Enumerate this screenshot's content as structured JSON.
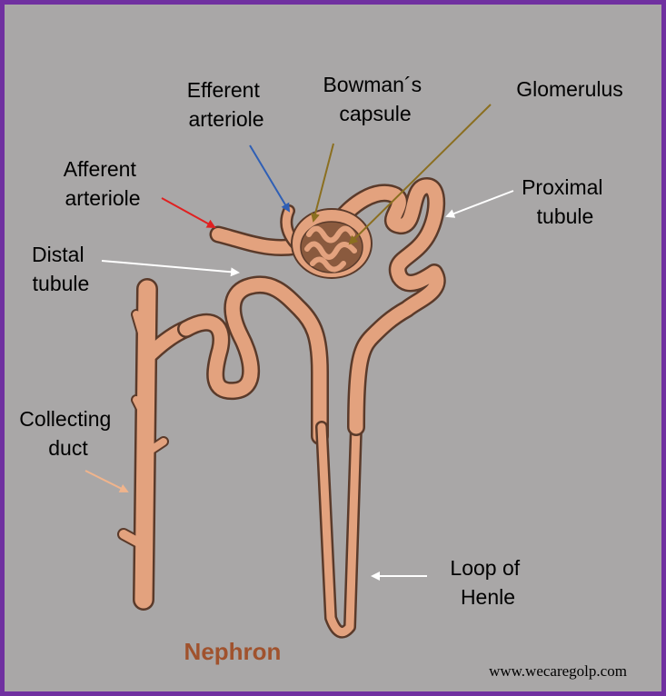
{
  "labels": {
    "efferent_arteriole": [
      "Efferent",
      "arteriole"
    ],
    "bowmans_capsule": [
      "Bowman´s",
      "capsule"
    ],
    "glomerulus": "Glomerulus",
    "afferent_arteriole": [
      "Afferent",
      "arteriole"
    ],
    "proximal_tubule": [
      "Proximal",
      "tubule"
    ],
    "distal_tubule": [
      "Distal",
      "tubule"
    ],
    "collecting_duct": [
      "Collecting",
      "duct"
    ],
    "loop_of_henle": [
      "Loop of",
      "Henle"
    ]
  },
  "title": "Nephron",
  "credit": "www.wecaregolp.com",
  "colors": {
    "frame": "#7030a0",
    "background": "#a9a7a7",
    "tubule": "#e3a27e",
    "tubule_outline": "#5a3a2a",
    "title": "#a0522d",
    "arrow_efferent": "#2f5fb5",
    "arrow_bowman": "#8b6f20",
    "arrow_glomerulus": "#8b6f20",
    "arrow_afferent": "#e02020",
    "arrow_proximal": "#ffffff",
    "arrow_distal": "#ffffff",
    "arrow_collecting": "#f0b48c",
    "arrow_henle": "#ffffff"
  }
}
